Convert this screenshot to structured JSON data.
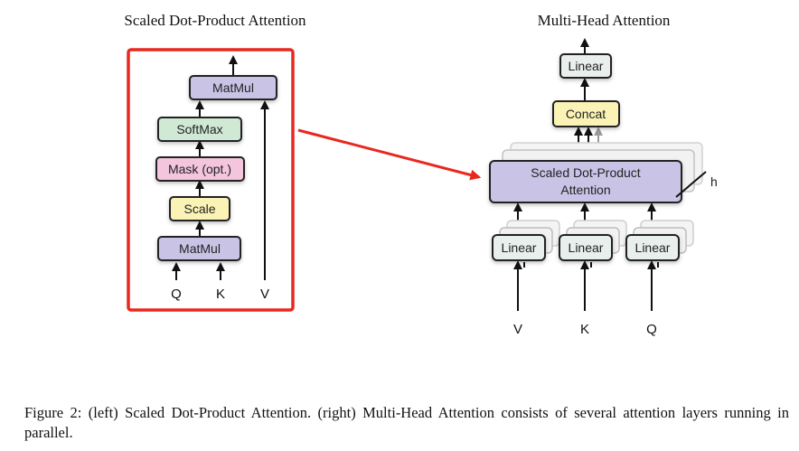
{
  "left_panel": {
    "title": "Scaled Dot-Product Attention",
    "boxes": {
      "matmul_top": "MatMul",
      "softmax": "SoftMax",
      "mask": "Mask (opt.)",
      "scale": "Scale",
      "matmul_bottom": "MatMul"
    },
    "inputs": {
      "q": "Q",
      "k": "K",
      "v": "V"
    },
    "highlight_color": "#e8281e"
  },
  "right_panel": {
    "title": "Multi-Head Attention",
    "boxes": {
      "linear_top": "Linear",
      "concat": "Concat",
      "attention_line1": "Scaled Dot-Product",
      "attention_line2": "Attention",
      "linear_v": "Linear",
      "linear_k": "Linear",
      "linear_q": "Linear"
    },
    "heads_label": "h",
    "inputs": {
      "v": "V",
      "k": "K",
      "q": "Q"
    }
  },
  "colors": {
    "matmul": "#c9c3e6",
    "softmax": "#cfe9d4",
    "mask": "#f3c6dd",
    "scale": "#fbf3b6",
    "linear": "#e9efec",
    "concat": "#fbf3b6",
    "attention": "#c9c3e6",
    "connector_arrow": "#e8281e"
  },
  "caption": "Figure 2: (left) Scaled Dot-Product Attention. (right) Multi-Head Attention consists of several attention layers running in parallel."
}
